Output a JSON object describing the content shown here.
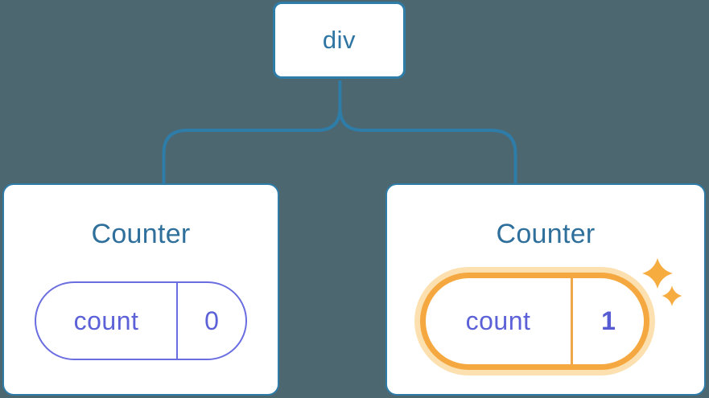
{
  "colors": {
    "background": "#4d6771",
    "tree_line_blue": "#2e7ca8",
    "node_text_blue": "#2e75a3",
    "title_blue": "#2f6f9c",
    "state_purple": "#5c61d8",
    "pill_border_purple": "#6a6de0",
    "highlight_orange": "#f5a83f",
    "highlight_halo": "#fce0b0",
    "sparkle_orange": "#f6ac3f",
    "card_background": "#ffffff"
  },
  "tree": {
    "root": {
      "label": "div"
    },
    "children": [
      {
        "title": "Counter",
        "state": {
          "name": "count",
          "value": "0"
        },
        "highlighted": false
      },
      {
        "title": "Counter",
        "state": {
          "name": "count",
          "value": "1"
        },
        "highlighted": true
      }
    ]
  }
}
